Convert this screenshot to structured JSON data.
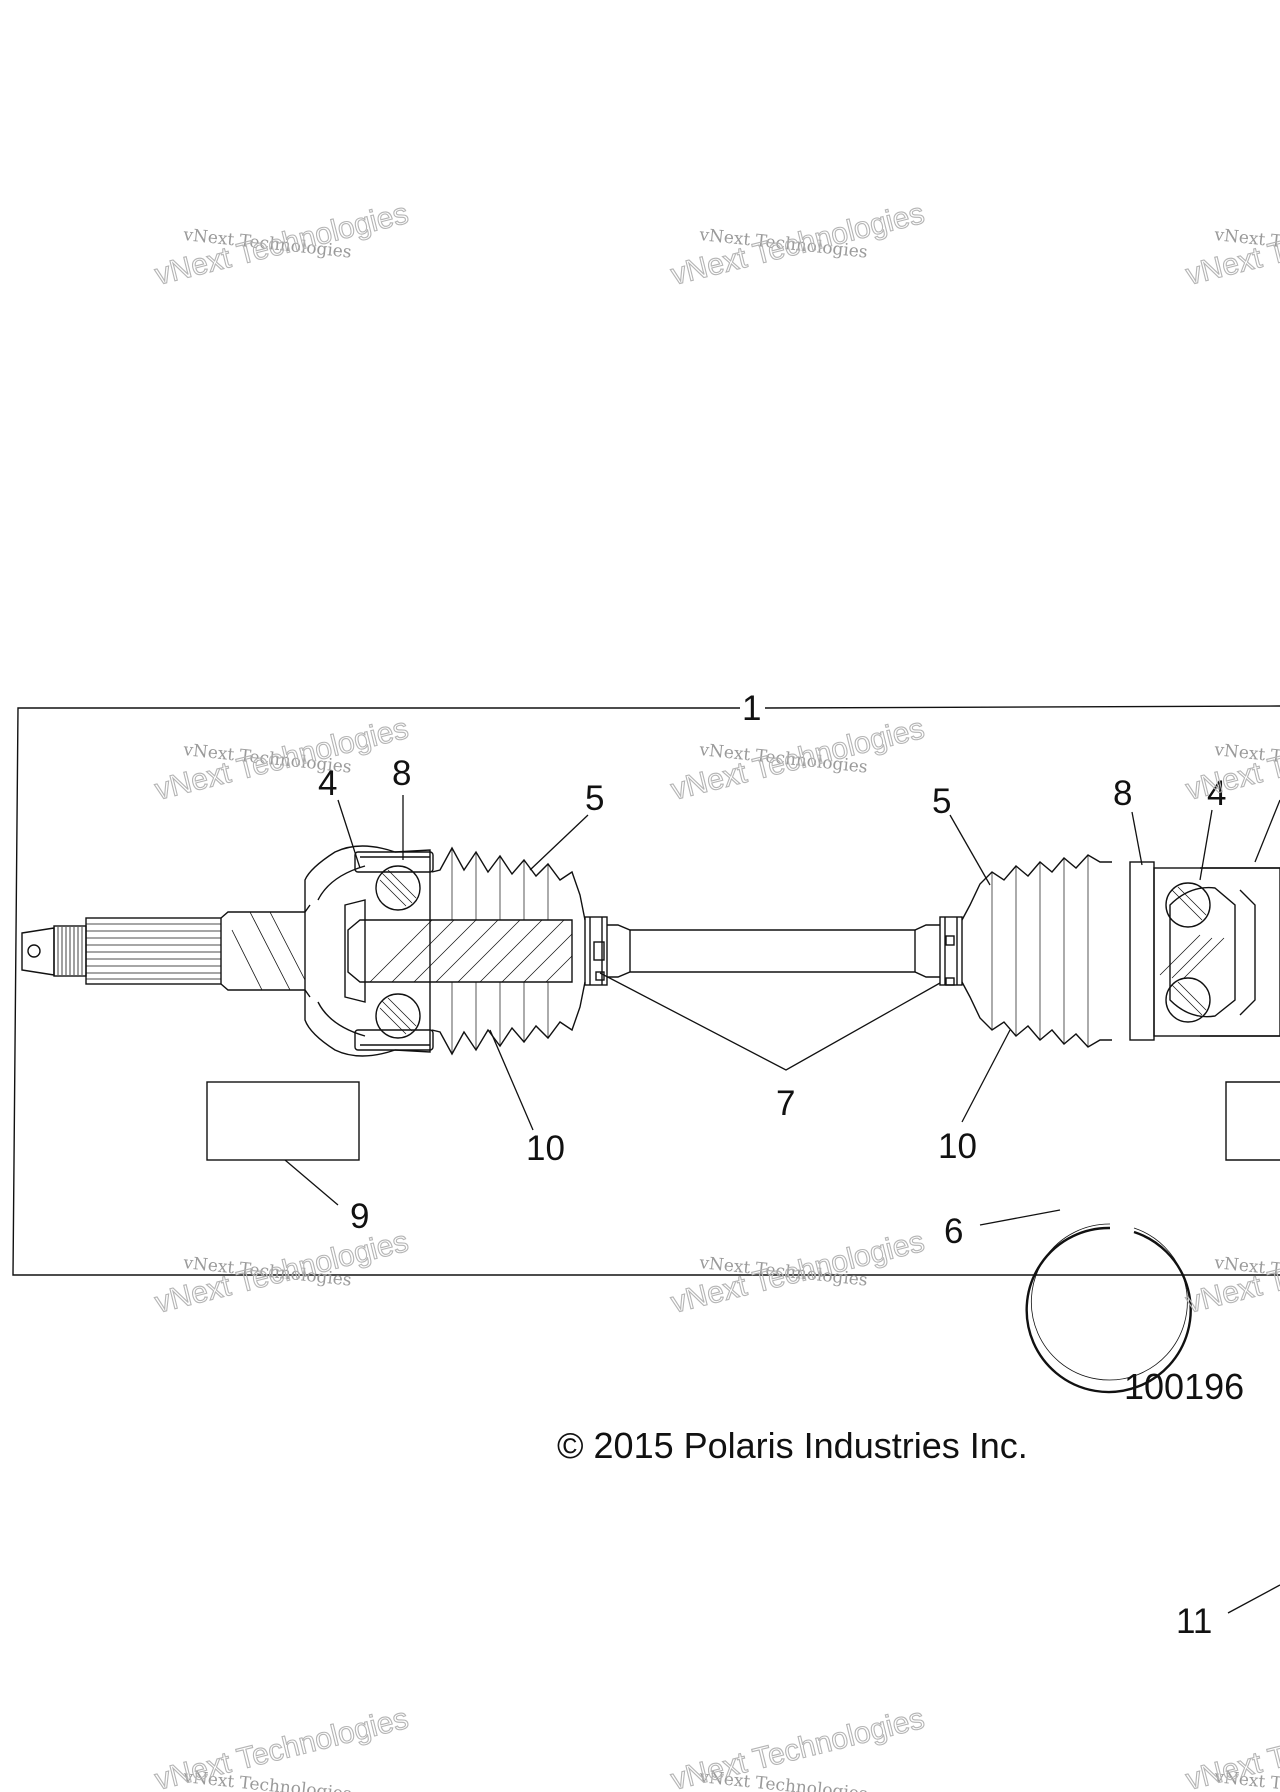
{
  "callouts": {
    "c1": "1",
    "c4_left": "4",
    "c8_left": "8",
    "c5_left": "5",
    "c5_right": "5",
    "c8_right": "8",
    "c4_right": "4",
    "c7": "7",
    "c10_left": "10",
    "c10_right": "10",
    "c9": "9",
    "c6": "6",
    "c11": "11"
  },
  "figure_number": "100196",
  "copyright": "© 2015 Polaris Industries Inc.",
  "watermark": {
    "line1": "vNext Technologies",
    "line2": "vNext Technologies"
  },
  "colors": {
    "line": "#111111",
    "watermark": "#9a9a9a",
    "background": "#ffffff"
  }
}
